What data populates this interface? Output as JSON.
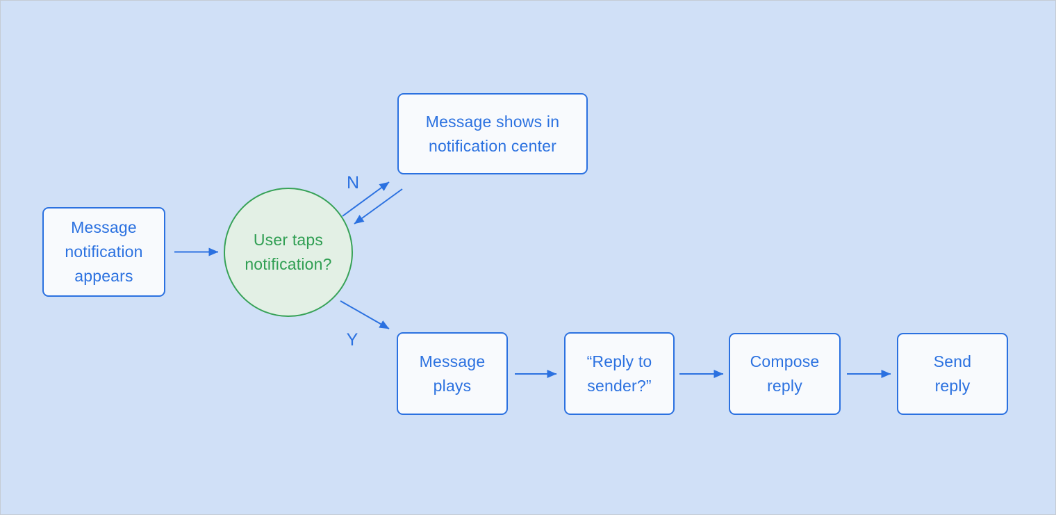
{
  "palette": {
    "canvas_background": "#d0e0f7",
    "canvas_border": "#c5cbd5",
    "process_fill": "#f8fafd",
    "process_stroke": "#2b71e0",
    "process_text": "#2b71e0",
    "decision_fill": "#e3f0e5",
    "decision_stroke": "#37a257",
    "decision_text": "#2f9e52",
    "arrow_color": "#2b71e0"
  },
  "diagram": {
    "nodes": [
      {
        "id": "message-notification-appears",
        "type": "process",
        "label": "Message\nnotification\nappears"
      },
      {
        "id": "user-taps-notification",
        "type": "decision",
        "label": "User taps\nnotification?"
      },
      {
        "id": "message-shows-in-notification-center",
        "type": "process",
        "label": "Message shows in\nnotification center"
      },
      {
        "id": "message-plays",
        "type": "process",
        "label": "Message\nplays"
      },
      {
        "id": "reply-to-sender",
        "type": "process",
        "label": "“Reply to\nsender?”"
      },
      {
        "id": "compose-reply",
        "type": "process",
        "label": "Compose\nreply"
      },
      {
        "id": "send-reply",
        "type": "process",
        "label": "Send\nreply"
      }
    ],
    "edges": [
      {
        "from": "message-notification-appears",
        "to": "user-taps-notification",
        "label": ""
      },
      {
        "from": "user-taps-notification",
        "to": "message-shows-in-notification-center",
        "label": "N"
      },
      {
        "from": "message-shows-in-notification-center",
        "to": "user-taps-notification",
        "label": ""
      },
      {
        "from": "user-taps-notification",
        "to": "message-plays",
        "label": "Y"
      },
      {
        "from": "message-plays",
        "to": "reply-to-sender",
        "label": ""
      },
      {
        "from": "reply-to-sender",
        "to": "compose-reply",
        "label": ""
      },
      {
        "from": "compose-reply",
        "to": "send-reply",
        "label": ""
      }
    ]
  }
}
